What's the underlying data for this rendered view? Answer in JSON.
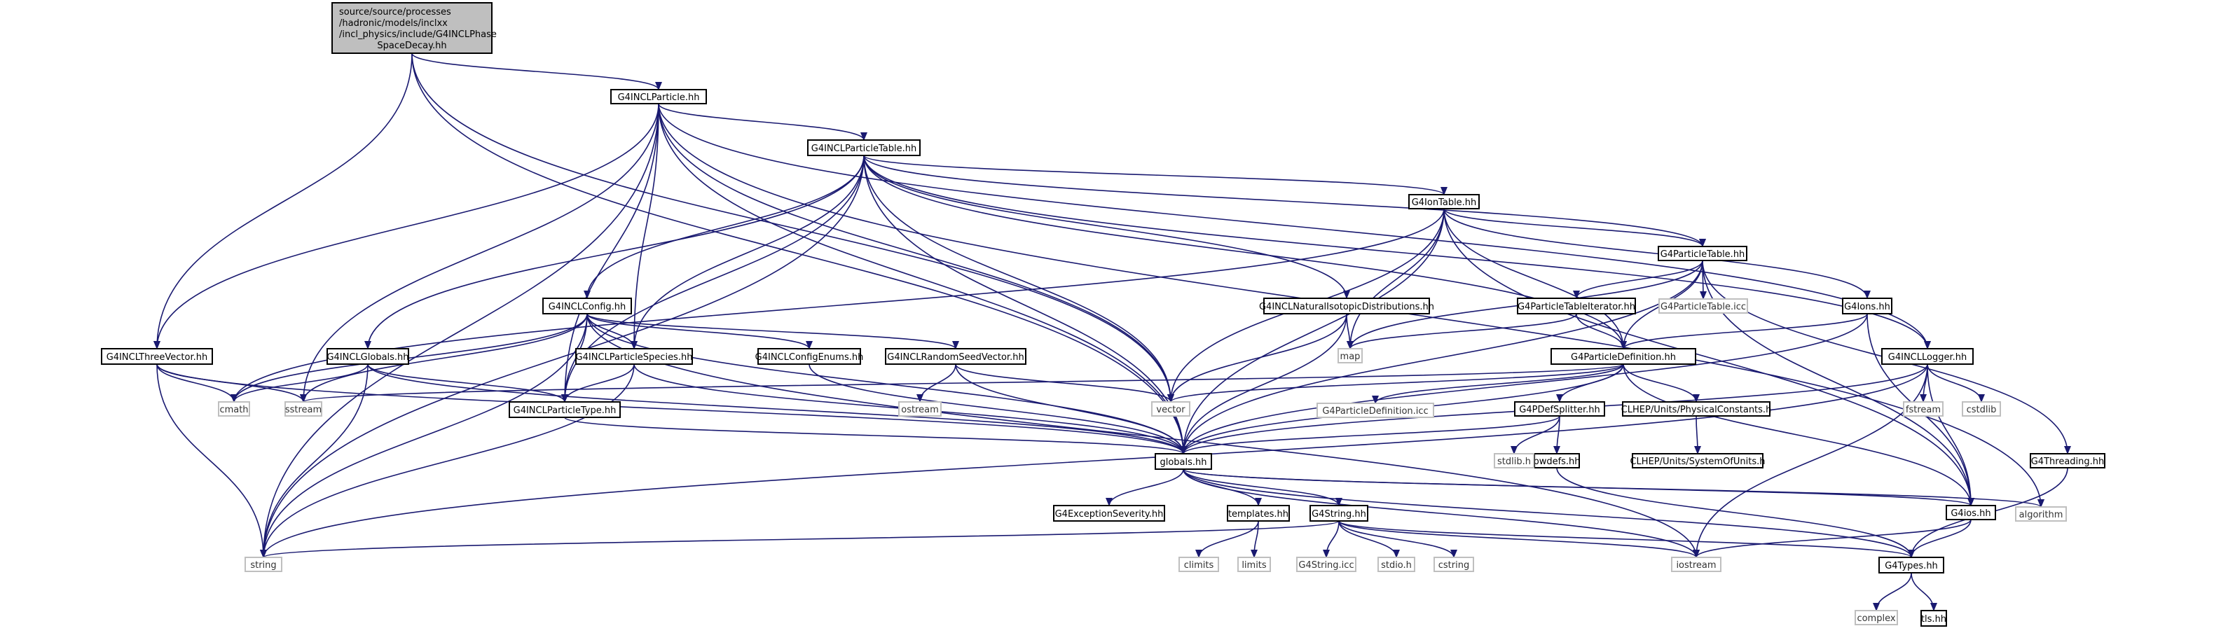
{
  "diagram": {
    "root": {
      "label_lines": [
        "source/source/processes",
        "/hadronic/models/inclxx",
        "/incl_physics/include/G4INCLPhase",
        "SpaceDecay.hh"
      ]
    },
    "nodes": [
      {
        "id": "particle",
        "label": "G4INCLParticle.hh",
        "style": "normal"
      },
      {
        "id": "ptable",
        "label": "G4INCLParticleTable.hh",
        "style": "normal"
      },
      {
        "id": "iontable",
        "label": "G4IonTable.hh",
        "style": "normal"
      },
      {
        "id": "g4ptable",
        "label": "G4ParticleTable.hh",
        "style": "normal"
      },
      {
        "id": "g4ptableit",
        "label": "G4ParticleTableIterator.hh",
        "style": "normal"
      },
      {
        "id": "g4ptableicc",
        "label": "G4ParticleTable.icc",
        "style": "external"
      },
      {
        "id": "g4ions",
        "label": "G4Ions.hh",
        "style": "normal"
      },
      {
        "id": "natiso",
        "label": "G4INCLNaturalIsotopicDistributions.hh",
        "style": "normal"
      },
      {
        "id": "config",
        "label": "G4INCLConfig.hh",
        "style": "normal"
      },
      {
        "id": "threevec",
        "label": "G4INCLThreeVector.hh",
        "style": "normal"
      },
      {
        "id": "globals_incl",
        "label": "G4INCLGlobals.hh",
        "style": "normal"
      },
      {
        "id": "species",
        "label": "G4INCLParticleSpecies.hh",
        "style": "normal"
      },
      {
        "id": "configenums",
        "label": "G4INCLConfigEnums.hh",
        "style": "normal"
      },
      {
        "id": "randseed",
        "label": "G4INCLRandomSeedVector.hh",
        "style": "normal"
      },
      {
        "id": "ptype",
        "label": "G4INCLParticleType.hh",
        "style": "normal"
      },
      {
        "id": "pdef",
        "label": "G4ParticleDefinition.hh",
        "style": "normal"
      },
      {
        "id": "pdeficc",
        "label": "G4ParticleDefinition.icc",
        "style": "external"
      },
      {
        "id": "pdefsplit",
        "label": "G4PDefSplitter.hh",
        "style": "normal"
      },
      {
        "id": "physconst",
        "label": "CLHEP/Units/PhysicalConstants.h",
        "style": "normal"
      },
      {
        "id": "sysunits",
        "label": "CLHEP/Units/SystemOfUnits.h",
        "style": "normal"
      },
      {
        "id": "logger",
        "label": "G4INCLLogger.hh",
        "style": "normal"
      },
      {
        "id": "threading",
        "label": "G4Threading.hh",
        "style": "normal"
      },
      {
        "id": "globals",
        "label": "globals.hh",
        "style": "normal"
      },
      {
        "id": "exception",
        "label": "G4ExceptionSeverity.hh",
        "style": "normal"
      },
      {
        "id": "templates",
        "label": "templates.hh",
        "style": "normal"
      },
      {
        "id": "g4string",
        "label": "G4String.hh",
        "style": "normal"
      },
      {
        "id": "g4ios",
        "label": "G4ios.hh",
        "style": "normal"
      },
      {
        "id": "g4types",
        "label": "G4Types.hh",
        "style": "normal"
      },
      {
        "id": "tls",
        "label": "tls.hh",
        "style": "normal"
      },
      {
        "id": "pwdefs",
        "label": "pwdefs.hh",
        "style": "normal"
      },
      {
        "id": "string",
        "label": "string",
        "style": "external"
      },
      {
        "id": "cmath",
        "label": "cmath",
        "style": "external"
      },
      {
        "id": "sstream",
        "label": "sstream",
        "style": "external"
      },
      {
        "id": "vector",
        "label": "vector",
        "style": "external"
      },
      {
        "id": "map",
        "label": "map",
        "style": "external"
      },
      {
        "id": "ostream",
        "label": "ostream",
        "style": "external"
      },
      {
        "id": "stdlib",
        "label": "stdlib.h",
        "style": "external"
      },
      {
        "id": "fstream",
        "label": "fstream",
        "style": "external"
      },
      {
        "id": "cstdlib",
        "label": "cstdlib",
        "style": "external"
      },
      {
        "id": "algorithm",
        "label": "algorithm",
        "style": "external"
      },
      {
        "id": "climits",
        "label": "climits",
        "style": "external"
      },
      {
        "id": "limits",
        "label": "limits",
        "style": "external"
      },
      {
        "id": "g4stringicc",
        "label": "G4String.icc",
        "style": "external"
      },
      {
        "id": "stdio",
        "label": "stdio.h",
        "style": "external"
      },
      {
        "id": "cstring",
        "label": "cstring",
        "style": "external"
      },
      {
        "id": "iostream",
        "label": "iostream",
        "style": "external"
      },
      {
        "id": "complex",
        "label": "complex",
        "style": "external"
      }
    ],
    "edges": [
      [
        "root",
        "particle"
      ],
      [
        "root",
        "threevec"
      ],
      [
        "root",
        "globals"
      ],
      [
        "root",
        "vector"
      ],
      [
        "particle",
        "ptable"
      ],
      [
        "particle",
        "threevec"
      ],
      [
        "particle",
        "species"
      ],
      [
        "particle",
        "ptype"
      ],
      [
        "particle",
        "string"
      ],
      [
        "particle",
        "sstream"
      ],
      [
        "particle",
        "vector"
      ],
      [
        "particle",
        "logger"
      ],
      [
        "particle",
        "algorithm"
      ],
      [
        "particle",
        "globals"
      ],
      [
        "ptable",
        "iontable"
      ],
      [
        "ptable",
        "g4ptable"
      ],
      [
        "ptable",
        "natiso"
      ],
      [
        "ptable",
        "config"
      ],
      [
        "ptable",
        "globals_incl"
      ],
      [
        "ptable",
        "species"
      ],
      [
        "ptable",
        "ptype"
      ],
      [
        "ptable",
        "string"
      ],
      [
        "ptable",
        "vector"
      ],
      [
        "ptable",
        "globals"
      ],
      [
        "ptable",
        "logger"
      ],
      [
        "ptable",
        "pdef"
      ],
      [
        "iontable",
        "g4ptable"
      ],
      [
        "iontable",
        "g4ions"
      ],
      [
        "iontable",
        "pdef"
      ],
      [
        "iontable",
        "map"
      ],
      [
        "iontable",
        "vector"
      ],
      [
        "iontable",
        "globals"
      ],
      [
        "iontable",
        "g4ios"
      ],
      [
        "iontable",
        "cmath"
      ],
      [
        "g4ptable",
        "g4ptableit"
      ],
      [
        "g4ptable",
        "g4ptableicc"
      ],
      [
        "g4ptable",
        "pdef"
      ],
      [
        "g4ptable",
        "map"
      ],
      [
        "g4ptable",
        "threading"
      ],
      [
        "g4ptable",
        "g4ios"
      ],
      [
        "g4ptable",
        "globals"
      ],
      [
        "g4ptableit",
        "pdef"
      ],
      [
        "g4ptableit",
        "map"
      ],
      [
        "g4ions",
        "pdef"
      ],
      [
        "g4ions",
        "g4ios"
      ],
      [
        "g4ions",
        "globals"
      ],
      [
        "natiso",
        "vector"
      ],
      [
        "natiso",
        "map"
      ],
      [
        "natiso",
        "globals"
      ],
      [
        "config",
        "species"
      ],
      [
        "config",
        "configenums"
      ],
      [
        "config",
        "randseed"
      ],
      [
        "config",
        "ptype"
      ],
      [
        "config",
        "string"
      ],
      [
        "config",
        "sstream"
      ],
      [
        "config",
        "cmath"
      ],
      [
        "config",
        "globals"
      ],
      [
        "config",
        "iostream"
      ],
      [
        "threevec",
        "cmath"
      ],
      [
        "threevec",
        "sstream"
      ],
      [
        "threevec",
        "string"
      ],
      [
        "threevec",
        "globals"
      ],
      [
        "globals_incl",
        "ptype"
      ],
      [
        "globals_incl",
        "cmath"
      ],
      [
        "globals_incl",
        "string"
      ],
      [
        "globals_incl",
        "globals"
      ],
      [
        "species",
        "ptype"
      ],
      [
        "species",
        "string"
      ],
      [
        "species",
        "globals"
      ],
      [
        "configenums",
        "globals"
      ],
      [
        "randseed",
        "vector"
      ],
      [
        "randseed",
        "ostream"
      ],
      [
        "randseed",
        "globals"
      ],
      [
        "ptype",
        "globals"
      ],
      [
        "pdef",
        "pdeficc"
      ],
      [
        "pdef",
        "pdefsplit"
      ],
      [
        "pdef",
        "physconst"
      ],
      [
        "pdef",
        "vector"
      ],
      [
        "pdef",
        "globals"
      ],
      [
        "pdef",
        "g4ios"
      ],
      [
        "pdef",
        "sstream"
      ],
      [
        "pdefsplit",
        "stdlib"
      ],
      [
        "pdefsplit",
        "pwdefs"
      ],
      [
        "pdefsplit",
        "globals"
      ],
      [
        "physconst",
        "sysunits"
      ],
      [
        "logger",
        "fstream"
      ],
      [
        "logger",
        "cstdlib"
      ],
      [
        "logger",
        "g4ios"
      ],
      [
        "logger",
        "iostream"
      ],
      [
        "logger",
        "string"
      ],
      [
        "logger",
        "globals"
      ],
      [
        "threading",
        "g4types"
      ],
      [
        "globals",
        "exception"
      ],
      [
        "globals",
        "templates"
      ],
      [
        "globals",
        "g4string"
      ],
      [
        "globals",
        "g4ios"
      ],
      [
        "globals",
        "g4types"
      ],
      [
        "globals",
        "algorithm"
      ],
      [
        "globals",
        "iostream"
      ],
      [
        "templates",
        "climits"
      ],
      [
        "templates",
        "limits"
      ],
      [
        "g4string",
        "g4stringicc"
      ],
      [
        "g4string",
        "stdio"
      ],
      [
        "g4string",
        "cstring"
      ],
      [
        "g4string",
        "string"
      ],
      [
        "g4string",
        "g4types"
      ],
      [
        "g4string",
        "iostream"
      ],
      [
        "g4ios",
        "g4types"
      ],
      [
        "g4ios",
        "iostream"
      ],
      [
        "g4types",
        "complex"
      ],
      [
        "g4types",
        "tls"
      ],
      [
        "pwdefs",
        "g4types"
      ]
    ]
  }
}
